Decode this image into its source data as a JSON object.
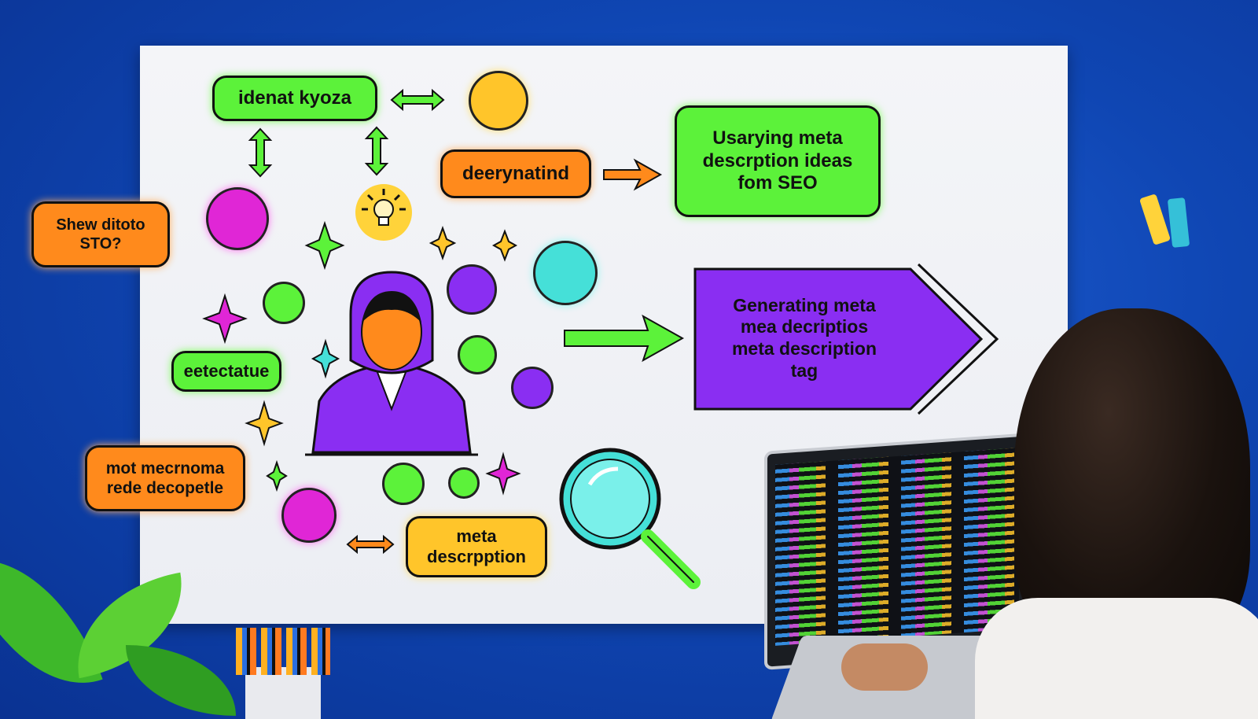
{
  "whiteboard": {
    "box_top_green": "idenat kyoza",
    "box_orange_mid": "deerynatind",
    "box_green_right": "Usarying meta\ndescrption ideas\nfom SEO",
    "box_orange_left": "Shew ditoto\nSTO?",
    "box_purple_arrow": "Generating meta\nmea decriptios\nmeta description\ntag",
    "box_green_left": "eetectatue",
    "box_orange_bottom": "mot mecrnoma\nrede decopetle",
    "box_yellow_bottom": "meta\ndescrpption"
  },
  "colors": {
    "wall": "#0f46b3",
    "board": "#eef0f4",
    "green": "#5cf23a",
    "orange": "#ff8a1c",
    "yellow": "#ffc52a",
    "purple": "#8a2ef2",
    "magenta": "#e026d6",
    "cyan": "#45e0d8"
  },
  "icons": [
    "lightbulb-icon",
    "magnifier-icon",
    "person-avatar-icon",
    "sparkle-icon",
    "arrow-icon"
  ]
}
